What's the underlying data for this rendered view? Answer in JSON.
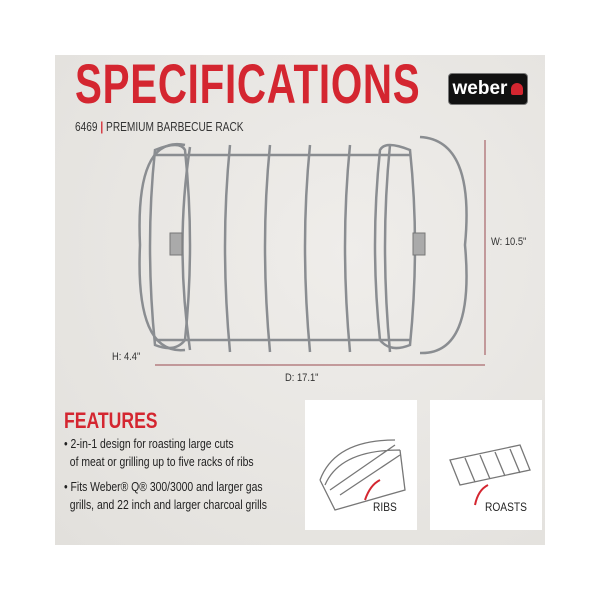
{
  "header": {
    "title": "SPECIFICATIONS",
    "model": "6469",
    "product": "PREMIUM BARBECUE RACK",
    "logo_text": "weber"
  },
  "dimensions": {
    "width": "W: 10.5\"",
    "depth": "D: 17.1\"",
    "height": "H: 4.4\""
  },
  "features": {
    "title": "FEATURES",
    "items": [
      [
        "2-in-1 design for roasting large cuts",
        "of meat or grilling up to five racks of ribs"
      ],
      [
        "Fits Weber® Q® 300/3000 and larger gas",
        "grills, and 22 inch and larger charcoal grills"
      ]
    ]
  },
  "modes": [
    {
      "label": "RIBS"
    },
    {
      "label": "ROASTS"
    }
  ],
  "colors": {
    "accent": "#d42630"
  }
}
